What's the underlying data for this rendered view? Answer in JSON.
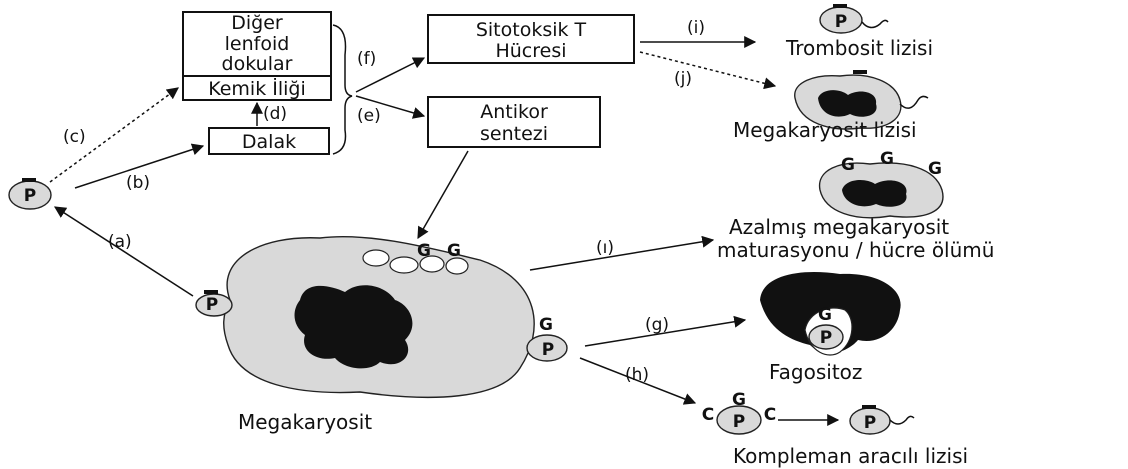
{
  "boxes": {
    "diger_line1": "Diğer",
    "diger_line2": "lenfoid",
    "diger_line3": "dokular",
    "kemik": "Kemik İliği",
    "dalak": "Dalak",
    "sitotoksik_line1": "Sitotoksik T",
    "sitotoksik_line2": "Hücresi",
    "antikor_line1": "Antikor",
    "antikor_line2": "sentezi"
  },
  "steps": {
    "a": "(a)",
    "b": "(b)",
    "c": "(c)",
    "d": "(d)",
    "e": "(e)",
    "f": "(f)",
    "g": "(g)",
    "h": "(h)",
    "i": "(i)",
    "j": "(j)",
    "l": "(ı)"
  },
  "glyphs": {
    "P": "P",
    "G": "G",
    "C": "C"
  },
  "outcomes": {
    "trombosit": "Trombosit lizisi",
    "megakaryosit_lizis": "Megakaryosit lizisi",
    "azalmis_line1": "Azalmış megakaryosit",
    "azalmis_line2": "maturasyonu / hücre ölümü",
    "fagositoz": "Fagositoz",
    "kompleman": "Kompleman aracılı lizisi"
  },
  "cells": {
    "megakaryosit": "Megakaryosit"
  }
}
